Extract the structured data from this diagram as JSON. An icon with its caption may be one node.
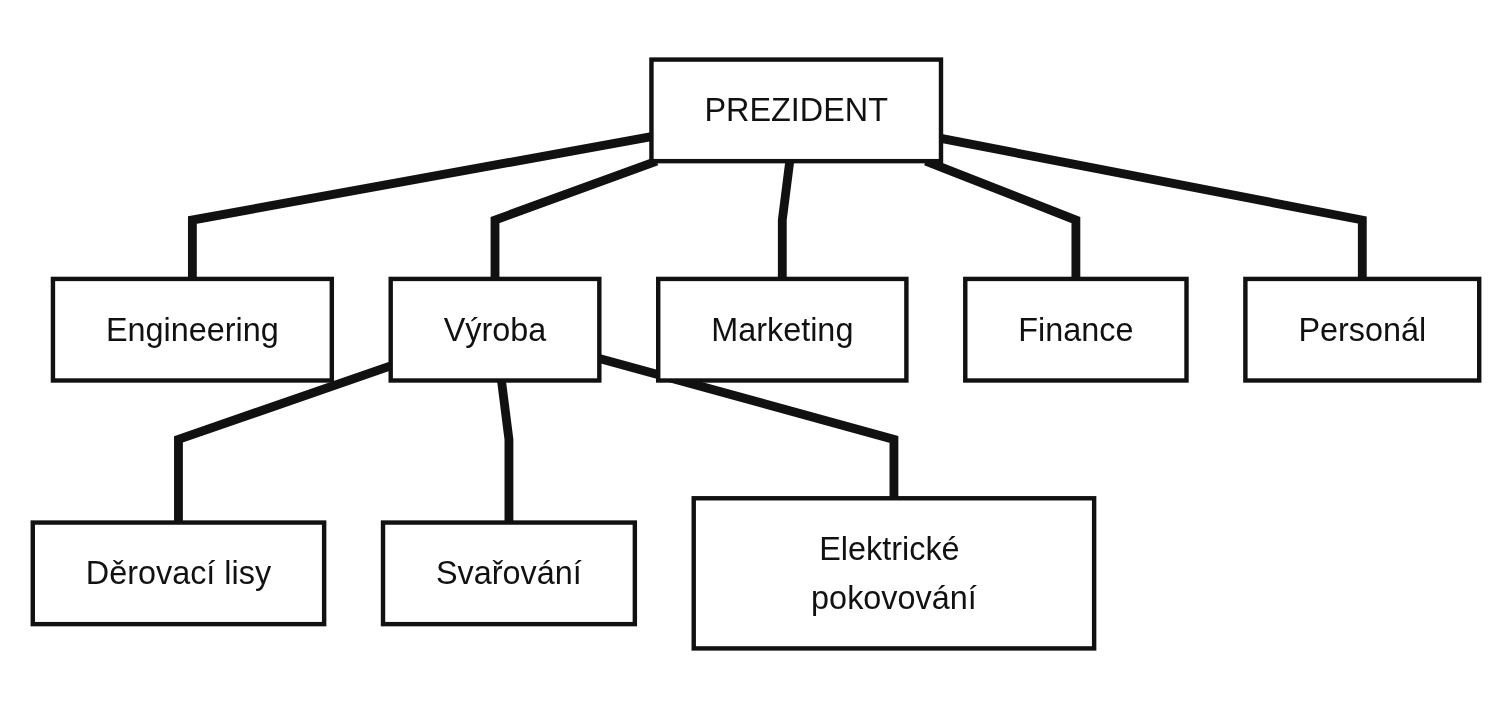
{
  "diagram": {
    "nodes": [
      {
        "text": [
          "PREZIDENT"
        ]
      },
      {
        "text": [
          "Engineering"
        ]
      },
      {
        "text": [
          "Výroba"
        ]
      },
      {
        "text": [
          "Marketing"
        ]
      },
      {
        "text": [
          "Finance"
        ]
      },
      {
        "text": [
          "Personál"
        ]
      },
      {
        "text": [
          "Děrovací lisy"
        ]
      },
      {
        "text": [
          "Svařování"
        ]
      },
      {
        "text": [
          "Elektrické pokovování"
        ]
      }
    ],
    "edges": [
      {
        "from": 0,
        "to": 1,
        "arrow": "none"
      },
      {
        "from": 0,
        "to": 2,
        "arrow": "none"
      },
      {
        "from": 0,
        "to": 3,
        "arrow": "none"
      },
      {
        "from": 0,
        "to": 4,
        "arrow": "none"
      },
      {
        "from": 0,
        "to": 5,
        "arrow": "none"
      },
      {
        "from": 2,
        "to": 6,
        "arrow": "none"
      },
      {
        "from": 2,
        "to": 7,
        "arrow": "none"
      },
      {
        "from": 2,
        "to": 8,
        "arrow": "none"
      }
    ]
  }
}
